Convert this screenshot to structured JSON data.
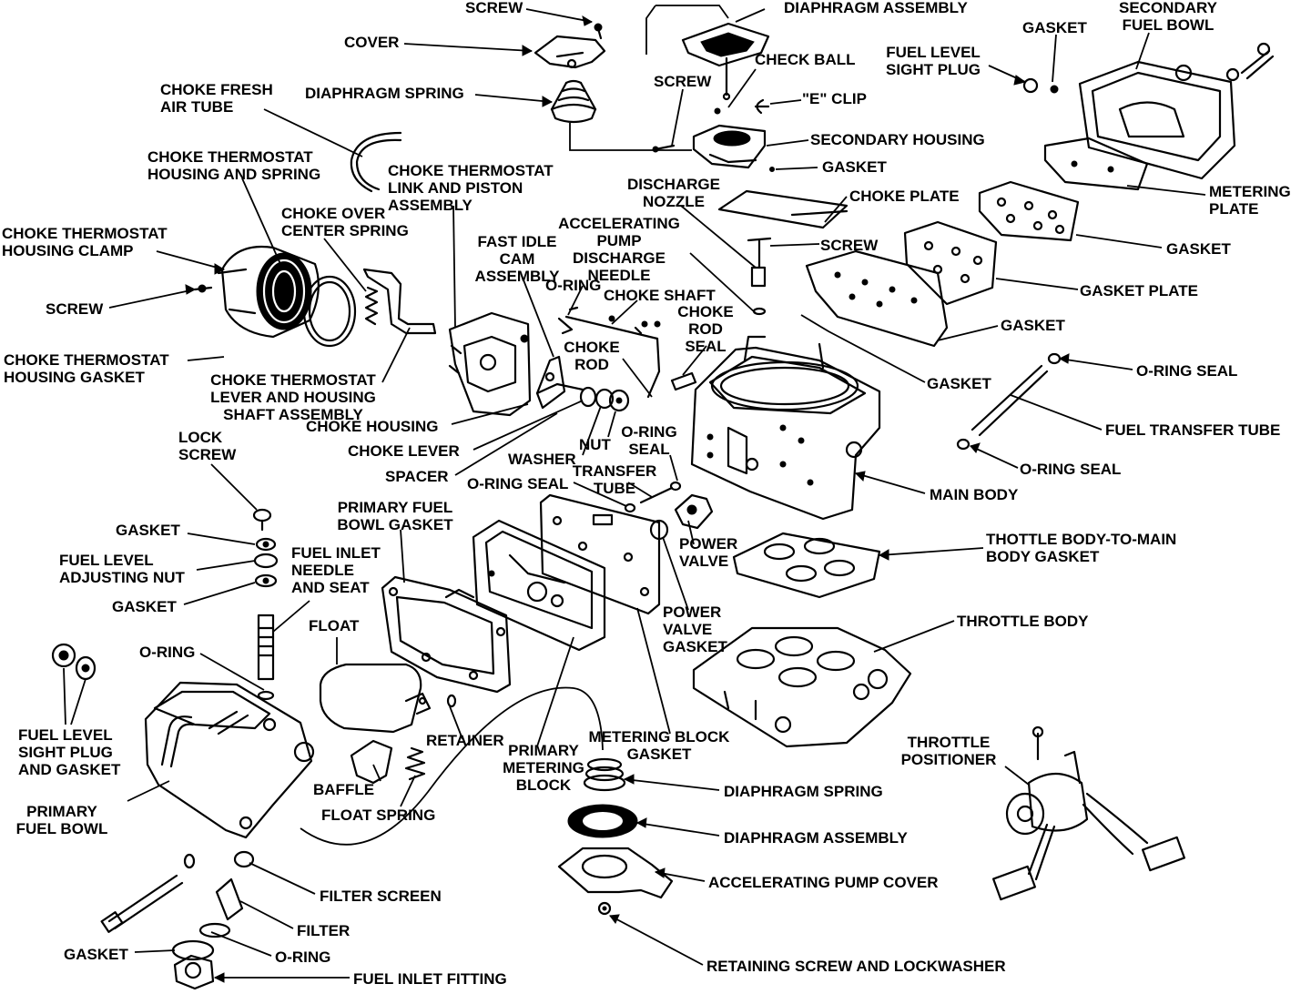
{
  "figure": {
    "labels": [
      {
        "id": "screw-top",
        "lines": [
          "SCREW"
        ]
      },
      {
        "id": "cover",
        "lines": [
          "COVER"
        ]
      },
      {
        "id": "diaphragm-assembly-top",
        "lines": [
          "DIAPHRAGM ASSEMBLY"
        ]
      },
      {
        "id": "diaphragm-spring-top",
        "lines": [
          "DIAPHRAGM SPRING"
        ]
      },
      {
        "id": "check-ball",
        "lines": [
          "CHECK BALL"
        ]
      },
      {
        "id": "screw-secondary",
        "lines": [
          "SCREW"
        ]
      },
      {
        "id": "e-clip",
        "lines": [
          "\"E\" CLIP"
        ]
      },
      {
        "id": "secondary-housing",
        "lines": [
          "SECONDARY HOUSING"
        ]
      },
      {
        "id": "gasket-secondary",
        "lines": [
          "GASKET"
        ]
      },
      {
        "id": "gasket-top-right",
        "lines": [
          "GASKET"
        ]
      },
      {
        "id": "secondary-fuel-bowl",
        "lines": [
          "SECONDARY",
          "FUEL BOWL"
        ]
      },
      {
        "id": "fuel-level-sight-plug-top",
        "lines": [
          "FUEL LEVEL",
          "SIGHT PLUG"
        ]
      },
      {
        "id": "metering-plate",
        "lines": [
          "METERING",
          "PLATE"
        ]
      },
      {
        "id": "choke-fresh-air-tube",
        "lines": [
          "CHOKE FRESH",
          "AIR TUBE"
        ]
      },
      {
        "id": "choke-thermostat-housing-spring",
        "lines": [
          "CHOKE THERMOSTAT",
          "HOUSING AND SPRING"
        ]
      },
      {
        "id": "choke-thermostat-link-piston",
        "lines": [
          "CHOKE THERMOSTAT",
          "LINK AND PISTON",
          "ASSEMBLY"
        ]
      },
      {
        "id": "discharge-nozzle",
        "lines": [
          "DISCHARGE",
          "NOZZLE"
        ]
      },
      {
        "id": "choke-plate",
        "lines": [
          "CHOKE PLATE"
        ]
      },
      {
        "id": "choke-over-center-spring",
        "lines": [
          "CHOKE OVER",
          "CENTER SPRING"
        ]
      },
      {
        "id": "accelerating-pump-discharge-needle",
        "lines": [
          "ACCELERATING",
          "PUMP",
          "DISCHARGE",
          "NEEDLE"
        ]
      },
      {
        "id": "screw-nozzle",
        "lines": [
          "SCREW"
        ]
      },
      {
        "id": "gasket-right-1",
        "lines": [
          "GASKET"
        ]
      },
      {
        "id": "choke-thermostat-housing-clamp",
        "lines": [
          "CHOKE THERMOSTAT",
          "HOUSING CLAMP"
        ]
      },
      {
        "id": "fast-idle-cam-assembly",
        "lines": [
          "FAST IDLE",
          "CAM",
          "ASSEMBLY"
        ]
      },
      {
        "id": "o-ring-upper",
        "lines": [
          "O-RING"
        ]
      },
      {
        "id": "gasket-plate",
        "lines": [
          "GASKET PLATE"
        ]
      },
      {
        "id": "screw-left",
        "lines": [
          "SCREW"
        ]
      },
      {
        "id": "choke-shaft",
        "lines": [
          "CHOKE SHAFT"
        ]
      },
      {
        "id": "choke-rod-seal",
        "lines": [
          "CHOKE",
          "ROD",
          "SEAL"
        ]
      },
      {
        "id": "gasket-right-2",
        "lines": [
          "GASKET"
        ]
      },
      {
        "id": "choke-rod",
        "lines": [
          "CHOKE",
          "ROD"
        ]
      },
      {
        "id": "choke-thermostat-housing-gasket",
        "lines": [
          "CHOKE THERMOSTAT",
          "HOUSING GASKET"
        ]
      },
      {
        "id": "o-ring-seal-right-top",
        "lines": [
          "O-RING SEAL"
        ]
      },
      {
        "id": "choke-thermostat-lever-housing-shaft",
        "lines": [
          "CHOKE THERMOSTAT",
          "LEVER AND HOUSING",
          "SHAFT ASSEMBLY"
        ]
      },
      {
        "id": "gasket-right-3",
        "lines": [
          "GASKET"
        ]
      },
      {
        "id": "choke-housing",
        "lines": [
          "CHOKE HOUSING"
        ]
      },
      {
        "id": "o-ring-seal-mid",
        "lines": [
          "O-RING",
          "SEAL"
        ]
      },
      {
        "id": "fuel-transfer-tube",
        "lines": [
          "FUEL TRANSFER TUBE"
        ]
      },
      {
        "id": "lock-screw",
        "lines": [
          "LOCK",
          "SCREW"
        ]
      },
      {
        "id": "nut",
        "lines": [
          "NUT"
        ]
      },
      {
        "id": "choke-lever",
        "lines": [
          "CHOKE LEVER"
        ]
      },
      {
        "id": "washer",
        "lines": [
          "WASHER"
        ]
      },
      {
        "id": "o-ring-seal-right-bottom",
        "lines": [
          "O-RING SEAL"
        ]
      },
      {
        "id": "o-ring-seal-transfer",
        "lines": [
          "O-RING SEAL"
        ]
      },
      {
        "id": "transfer-tube",
        "lines": [
          "TRANSFER",
          "TUBE"
        ]
      },
      {
        "id": "spacer",
        "lines": [
          "SPACER"
        ]
      },
      {
        "id": "main-body",
        "lines": [
          "MAIN BODY"
        ]
      },
      {
        "id": "primary-fuel-bowl-gasket",
        "lines": [
          "PRIMARY FUEL",
          "BOWL GASKET"
        ]
      },
      {
        "id": "gasket-left-1",
        "lines": [
          "GASKET"
        ]
      },
      {
        "id": "thottle-body-main-gasket",
        "lines": [
          "THOTTLE BODY-TO-MAIN",
          "BODY GASKET"
        ]
      },
      {
        "id": "fuel-level-adjusting-nut",
        "lines": [
          "FUEL LEVEL",
          "ADJUSTING NUT"
        ]
      },
      {
        "id": "fuel-inlet-needle-seat",
        "lines": [
          "FUEL INLET",
          "NEEDLE",
          "AND SEAT"
        ]
      },
      {
        "id": "power-valve",
        "lines": [
          "POWER",
          "VALVE"
        ]
      },
      {
        "id": "gasket-left-2",
        "lines": [
          "GASKET"
        ]
      },
      {
        "id": "power-valve-gasket",
        "lines": [
          "POWER",
          "VALVE",
          "GASKET"
        ]
      },
      {
        "id": "throttle-body",
        "lines": [
          "THROTTLE BODY"
        ]
      },
      {
        "id": "float",
        "lines": [
          "FLOAT"
        ]
      },
      {
        "id": "o-ring-left",
        "lines": [
          "O-RING"
        ]
      },
      {
        "id": "metering-block-gasket",
        "lines": [
          "METERING BLOCK",
          "GASKET"
        ]
      },
      {
        "id": "fuel-level-sight-plug-gasket",
        "lines": [
          "FUEL LEVEL",
          "SIGHT PLUG",
          "AND GASKET"
        ]
      },
      {
        "id": "retainer",
        "lines": [
          "RETAINER"
        ]
      },
      {
        "id": "primary-metering-block",
        "lines": [
          "PRIMARY",
          "METERING",
          "BLOCK"
        ]
      },
      {
        "id": "throttle-positioner",
        "lines": [
          "THROTTLE",
          "POSITIONER"
        ]
      },
      {
        "id": "baffle",
        "lines": [
          "BAFFLE"
        ]
      },
      {
        "id": "diaphragm-spring-bottom",
        "lines": [
          "DIAPHRAGM SPRING"
        ]
      },
      {
        "id": "primary-fuel-bowl",
        "lines": [
          "PRIMARY",
          "FUEL BOWL"
        ]
      },
      {
        "id": "float-spring",
        "lines": [
          "FLOAT SPRING"
        ]
      },
      {
        "id": "diaphragm-assembly-bottom",
        "lines": [
          "DIAPHRAGM ASSEMBLY"
        ]
      },
      {
        "id": "accelerating-pump-cover",
        "lines": [
          "ACCELERATING PUMP COVER"
        ]
      },
      {
        "id": "filter-screen",
        "lines": [
          "FILTER SCREEN"
        ]
      },
      {
        "id": "filter",
        "lines": [
          "FILTER"
        ]
      },
      {
        "id": "gasket-bottom",
        "lines": [
          "GASKET"
        ]
      },
      {
        "id": "o-ring-bottom",
        "lines": [
          "O-RING"
        ]
      },
      {
        "id": "retaining-screw-lockwasher",
        "lines": [
          "RETAINING SCREW AND LOCKWASHER"
        ]
      },
      {
        "id": "fuel-inlet-fitting",
        "lines": [
          "FUEL INLET FITTING"
        ]
      }
    ]
  }
}
